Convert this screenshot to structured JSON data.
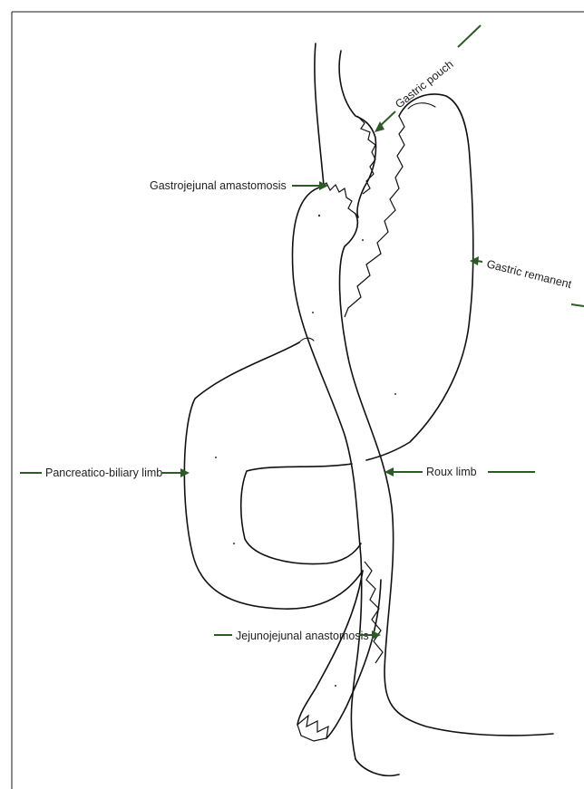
{
  "diagram": {
    "labels": {
      "gastric_pouch": "Gastric pouch",
      "gastrojejunal": "Gastrojejunal amastomosis",
      "gastric_remnant": "Gastric remanent",
      "pancreatico_biliary": "Pancreatico-biliary limb",
      "roux_limb": "Roux limb",
      "jejunojejunal": "Jejunojejunal anastomosis"
    },
    "colors": {
      "arrow": "#2d5a27",
      "outline": "#111111"
    }
  }
}
